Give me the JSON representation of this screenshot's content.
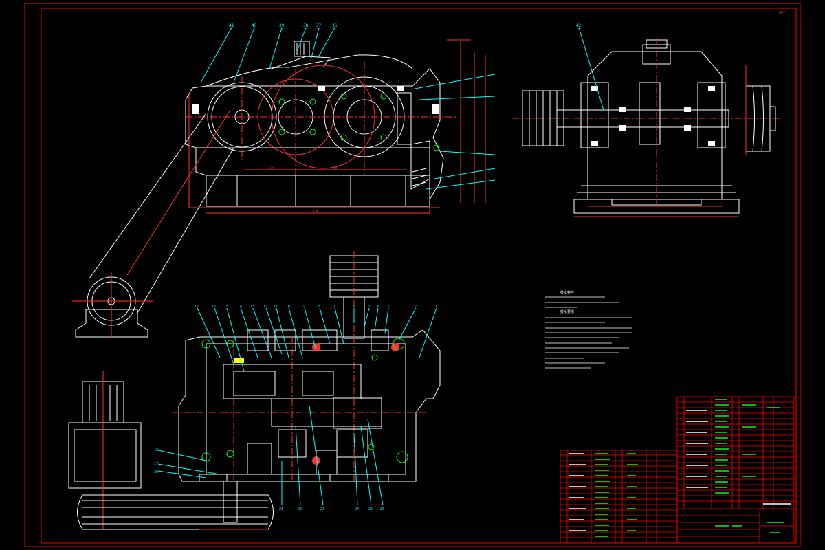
{
  "colors": {
    "background": "#000000",
    "frame": "#ff0000",
    "outline": "#ffffff",
    "centerline": "#ff3030",
    "leader": "#00ffff",
    "dimension": "#ff3030",
    "bolt": "#00ff00",
    "table_text": "#00ff00",
    "title_text": "#00ff00"
  },
  "sheet": {
    "corner_tag": "007"
  },
  "callouts": {
    "top_view": [
      "41",
      "40",
      "39",
      "38",
      "37",
      "36"
    ],
    "side_view": [
      "42"
    ],
    "plan_top": [
      "17",
      "16",
      "15",
      "14",
      "13",
      "12",
      "11",
      "10",
      "9",
      "8",
      "7",
      "6",
      "5",
      "4",
      "3",
      "2",
      "1"
    ],
    "plan_left": [
      "18",
      "17",
      "20"
    ],
    "plan_bottom": [
      "21",
      "22",
      "23",
      "24",
      "25",
      "26"
    ]
  },
  "notes": {
    "heading_1": "技术特性",
    "heading_2": "技术要求"
  }
}
